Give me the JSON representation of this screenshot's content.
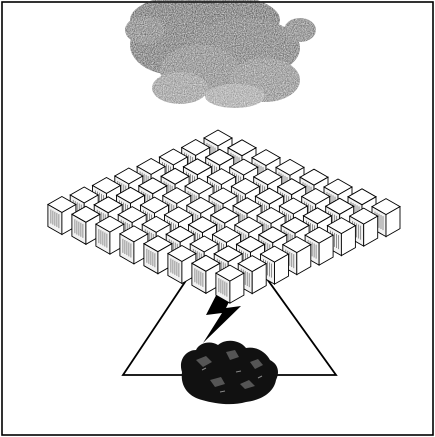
{
  "scene": {
    "frame_color": "#000000",
    "background": "#ffffff",
    "grid": {
      "rows": 8,
      "cols": 8
    },
    "elements": [
      {
        "name": "smoke-cloud-icon",
        "color": "#3a3a3a"
      },
      {
        "name": "server-grid",
        "color": "#000000"
      },
      {
        "name": "lightning-bolt-icon",
        "color": "#000000"
      },
      {
        "name": "triangle-outline",
        "color": "#000000"
      },
      {
        "name": "coal-pile-icon",
        "color": "#111111"
      }
    ]
  }
}
